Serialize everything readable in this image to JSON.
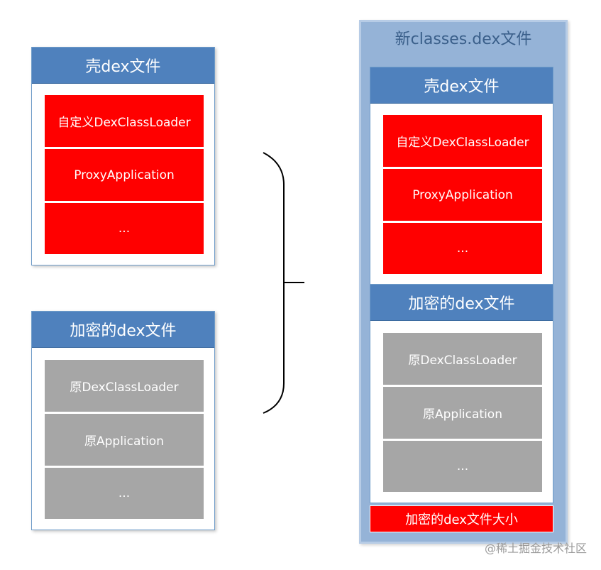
{
  "left": {
    "shell": {
      "title": "壳dex文件",
      "cells": [
        "自定义DexClassLoader",
        "ProxyApplication",
        "..."
      ]
    },
    "encrypted": {
      "title": "加密的dex文件",
      "cells": [
        "原DexClassLoader",
        "原Application",
        "..."
      ]
    }
  },
  "right": {
    "title": "新classes.dex文件",
    "shell": {
      "title": "壳dex文件",
      "cells": [
        "自定义DexClassLoader",
        "ProxyApplication",
        "..."
      ]
    },
    "encrypted": {
      "title": "加密的dex文件",
      "cells": [
        "原DexClassLoader",
        "原Application",
        "..."
      ]
    },
    "size_label": "加密的dex文件大小"
  },
  "watermark": "@稀土掘金技术社区",
  "colors": {
    "header": "#4f81bd",
    "outer": "#95b3d7",
    "red": "#ff0000",
    "gray": "#a6a6a6"
  }
}
